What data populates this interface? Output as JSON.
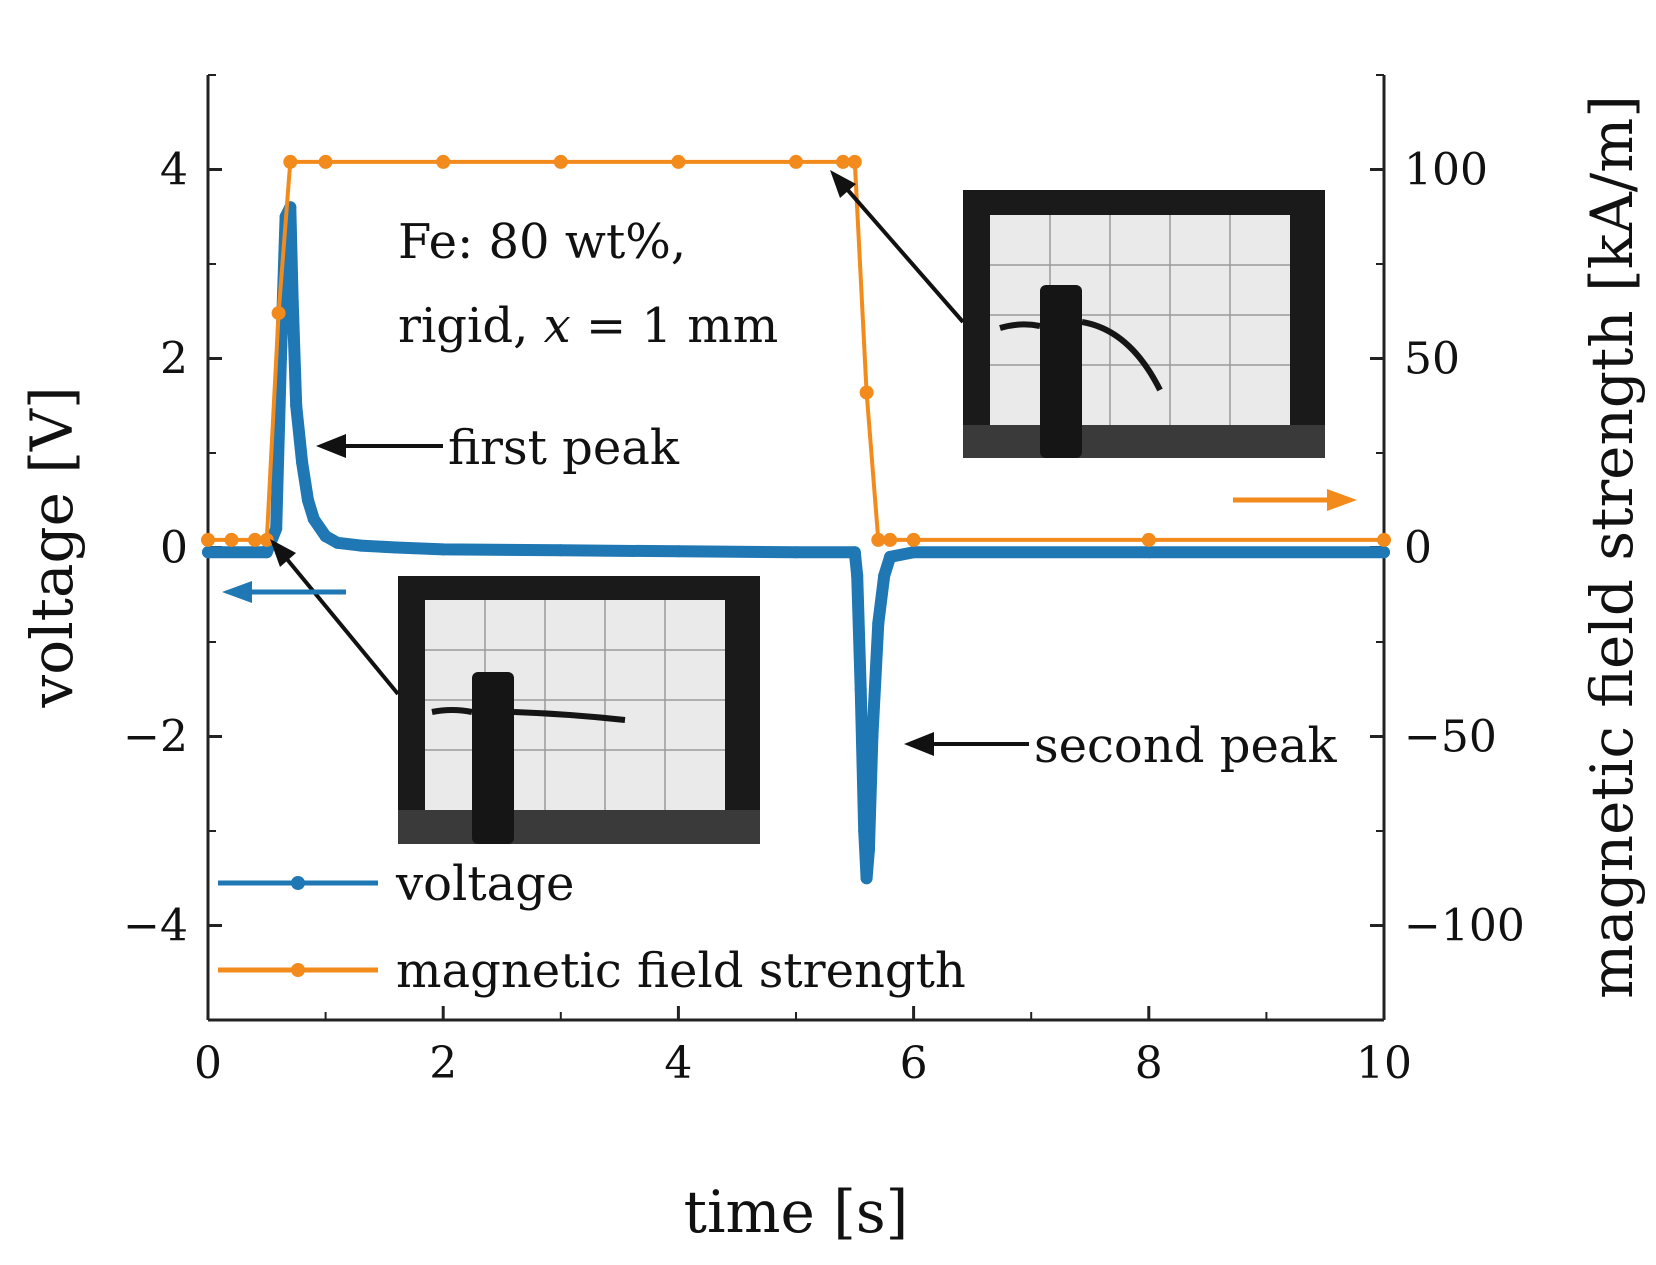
{
  "chart_data": {
    "type": "line",
    "xlabel": "time [s]",
    "ylabel_left": "voltage [V]",
    "ylabel_right": "magnetic field strength [kA/m]",
    "xlim": [
      0,
      10
    ],
    "ylim_left": [
      -5,
      5
    ],
    "ylim_right": [
      -125,
      125
    ],
    "x_ticks": [
      "0",
      "2",
      "4",
      "6",
      "8",
      "10"
    ],
    "y_left_ticks": [
      "−4",
      "−2",
      "0",
      "2",
      "4"
    ],
    "y_right_ticks": [
      "−100",
      "−50",
      "0",
      "50",
      "100"
    ],
    "grid": false,
    "legend_position": "bottom-left",
    "series": [
      {
        "name": "voltage",
        "axis": "left",
        "color": "#1f77b4",
        "x": [
          0,
          0.5,
          0.58,
          0.62,
          0.66,
          0.7,
          0.72,
          0.75,
          0.8,
          0.85,
          0.9,
          1.0,
          1.1,
          1.3,
          1.6,
          2.0,
          3.0,
          4.0,
          5.0,
          5.5,
          5.52,
          5.55,
          5.58,
          5.6,
          5.62,
          5.65,
          5.7,
          5.75,
          5.8,
          6.0,
          8.0,
          10.0
        ],
        "values": [
          -0.05,
          -0.05,
          0.2,
          2.0,
          3.5,
          3.6,
          2.6,
          1.5,
          0.9,
          0.5,
          0.3,
          0.12,
          0.05,
          0.02,
          0.0,
          -0.02,
          -0.03,
          -0.04,
          -0.05,
          -0.05,
          -0.3,
          -1.5,
          -3.0,
          -3.5,
          -3.2,
          -2.0,
          -0.8,
          -0.3,
          -0.1,
          -0.05,
          -0.05,
          -0.05
        ]
      },
      {
        "name": "magnetic field strength",
        "axis": "right",
        "color": "#f28a1c",
        "x": [
          0,
          0.2,
          0.4,
          0.5,
          0.6,
          0.7,
          1.0,
          2.0,
          3.0,
          4.0,
          5.0,
          5.4,
          5.5,
          5.6,
          5.7,
          5.8,
          6.0,
          8.0,
          10.0
        ],
        "values": [
          2,
          2,
          2,
          2,
          62,
          102,
          102,
          102,
          102,
          102,
          102,
          102,
          102,
          41,
          2,
          2,
          2,
          2,
          2
        ]
      }
    ],
    "annotations": {
      "composition_line1": "Fe: 80 wt%,",
      "composition_line2_a": "rigid, ",
      "composition_line2_x": "x",
      "composition_line2_b": " = 1 mm",
      "first_peak": "first peak",
      "second_peak": "second peak"
    }
  }
}
